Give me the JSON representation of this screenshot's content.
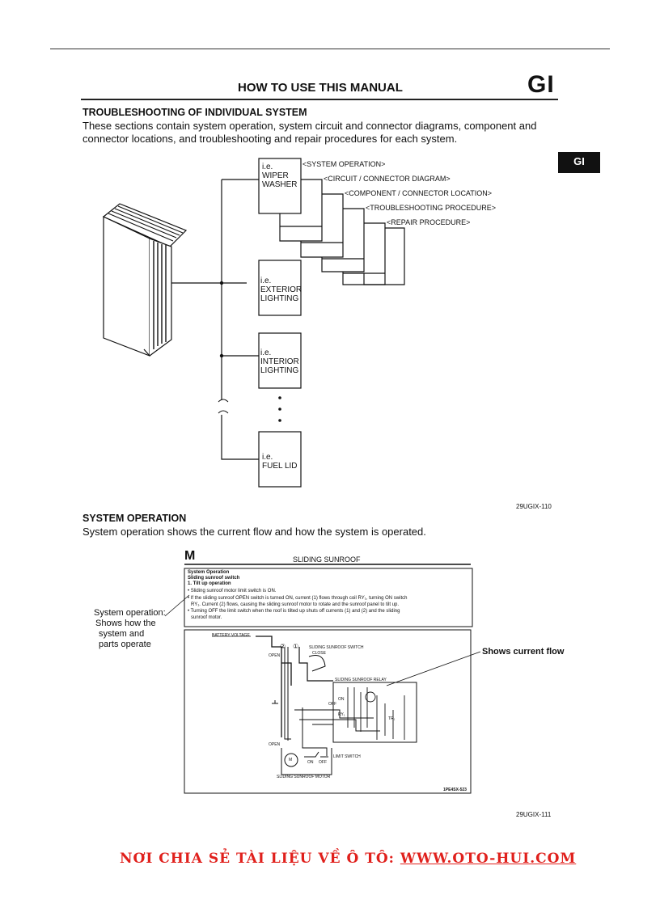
{
  "header": {
    "title": "HOW TO USE THIS MANUAL",
    "section_code": "GI",
    "side_tab": "GI"
  },
  "troubleshooting": {
    "heading": "TROUBLESHOOTING OF INDIVIDUAL SYSTEM",
    "body": "These sections contain system operation, system circuit and connector diagrams, component and connector locations, and troubleshooting and repair procedures for each system.",
    "systems": [
      {
        "line1": "i.e.",
        "line2": "WIPER",
        "line3": "WASHER"
      },
      {
        "line1": "i.e.",
        "line2": "EXTERIOR",
        "line3": "LIGHTING"
      },
      {
        "line1": "i.e.",
        "line2": "INTERIOR",
        "line3": "LIGHTING"
      },
      {
        "line1": "i.e.",
        "line2": "FUEL LID",
        "line3": ""
      }
    ],
    "pages": [
      "<SYSTEM OPERATION>",
      "<CIRCUIT / CONNECTOR DIAGRAM>",
      "<COMPONENT / CONNECTOR LOCATION>",
      "<TROUBLESHOOTING PROCEDURE>",
      "<REPAIR PROCEDURE>"
    ],
    "figure_id": "29UGIX-110"
  },
  "system_operation": {
    "heading": "SYSTEM OPERATION",
    "body": "System operation shows the current flow and how the system is operated.",
    "sample_page": {
      "section_letter": "M",
      "title": "SLIDING SUNROOF",
      "box_lines": [
        "System Operation",
        "Sliding sunroof switch",
        "1. Tilt up operation",
        "• Sliding sunroof motor limit switch is ON.",
        "• If the sliding sunroof OPEN switch is turned ON, current (1) flows through coil RY₁, turning ON switch",
        "RY₁. Current (2) flows, causing the sliding sunroof motor to rotate and the sunroof panel to tilt up.",
        "• Turning OFF the limit switch when the roof is tilted up shuts off currents (1) and (2) and the sliding",
        "sunroof motor."
      ],
      "labels": {
        "battery": "BATTERY VOLTAGE",
        "switch": "SLIDING SUNROOF SWITCH",
        "close": "CLOSE",
        "open": "OPEN",
        "open2": "OPEN",
        "relay": "SLIDING SUNROOF RELAY",
        "on": "ON",
        "off": "OFF",
        "ry": "RY₁",
        "tr": "TR₁",
        "limit": "LIMIT SWITCH",
        "motor_label": "SLIDING SUNROOF MOTOR",
        "m": "M",
        "on2": "ON",
        "off2": "OFF",
        "n1": "②",
        "n2": "①",
        "code": "1PE4SX-523"
      }
    },
    "annotation_left": [
      "System operation:",
      "Shows how the",
      "system and",
      "parts operate"
    ],
    "annotation_right": "Shows current flow",
    "figure_id": "29UGIX-111"
  },
  "footer": {
    "text": "NƠI CHIA SẺ TÀI LIỆU VỀ Ô TÔ: ",
    "link": "WWW.OTO-HUI.COM"
  }
}
